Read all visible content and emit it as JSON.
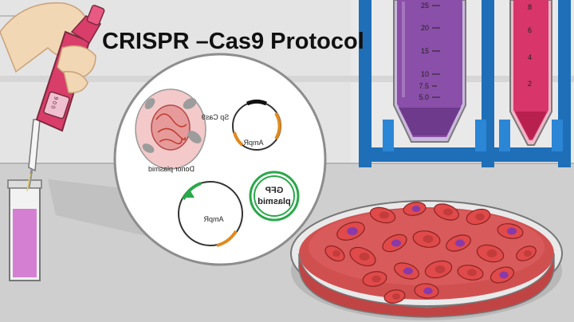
{
  "title": "CRISPR –Cas9 Protocol",
  "pipette_counter": "0 0 6",
  "left_tube_scale": [
    "25",
    "20",
    "15",
    "10",
    "7.5",
    "5.0"
  ],
  "right_tube_scale": [
    "8",
    "6",
    "4",
    "2"
  ],
  "inset": {
    "cas9_label": "Sp Cas9",
    "ampr_label_1": "AmpR",
    "donor_label": "Donor plasmid",
    "ampr_label_2": "AmpR",
    "gfp_label_line1": "GFP",
    "gfp_label_line2": "plasmid"
  },
  "colors": {
    "wall": "#e9e9e9",
    "bench": "#c9c9c9",
    "rack": "#1e6fb8",
    "purple_liquid": "#8a4fa8",
    "pink_liquid": "#d8356a",
    "dish_medium": "#d05050",
    "cell": "#e04a4a",
    "nucleus": "#a83a8a",
    "cuvette_liquid": "#d47fd2",
    "green_ring": "#2aa84a",
    "orange_arc": "#e08a1e"
  }
}
